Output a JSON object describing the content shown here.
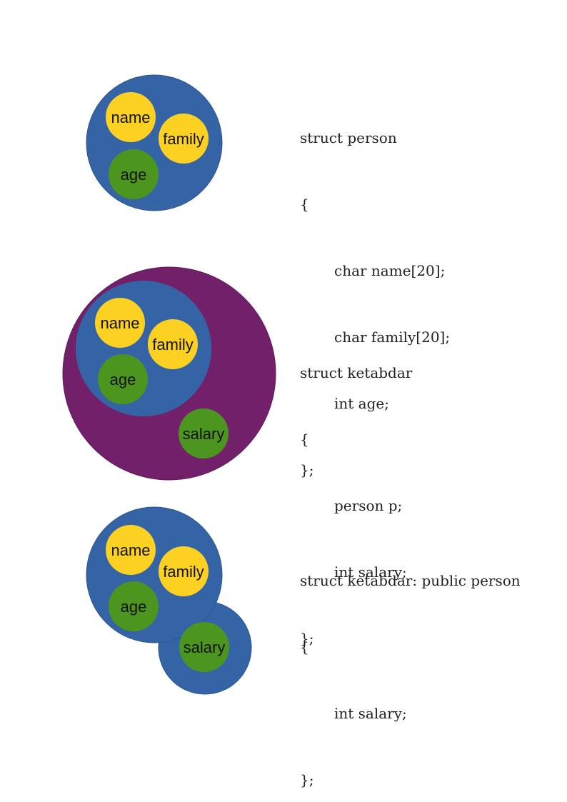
{
  "colors": {
    "struct_blue": "#3464a6",
    "outer_purple": "#722069",
    "field_yellow": "#fcd122",
    "field_green": "#4c951f"
  },
  "diagram1": {
    "fields": {
      "name": "name",
      "family": "family",
      "age": "age"
    }
  },
  "diagram2": {
    "fields": {
      "name": "name",
      "family": "family",
      "age": "age",
      "salary": "salary"
    }
  },
  "diagram3": {
    "fields": {
      "name": "name",
      "family": "family",
      "age": "age",
      "salary": "salary"
    }
  },
  "code1": {
    "header": "struct person",
    "open": "{",
    "lines": [
      "char name[20];",
      "char family[20];",
      "int age;"
    ],
    "close": "};"
  },
  "code2": {
    "header": "struct ketabdar",
    "open": "{",
    "lines": [
      "person p;",
      "int salary;"
    ],
    "close": "};"
  },
  "code3": {
    "header": "struct ketabdar: public person",
    "open": "{",
    "lines": [
      "int salary;"
    ],
    "close": "};"
  }
}
